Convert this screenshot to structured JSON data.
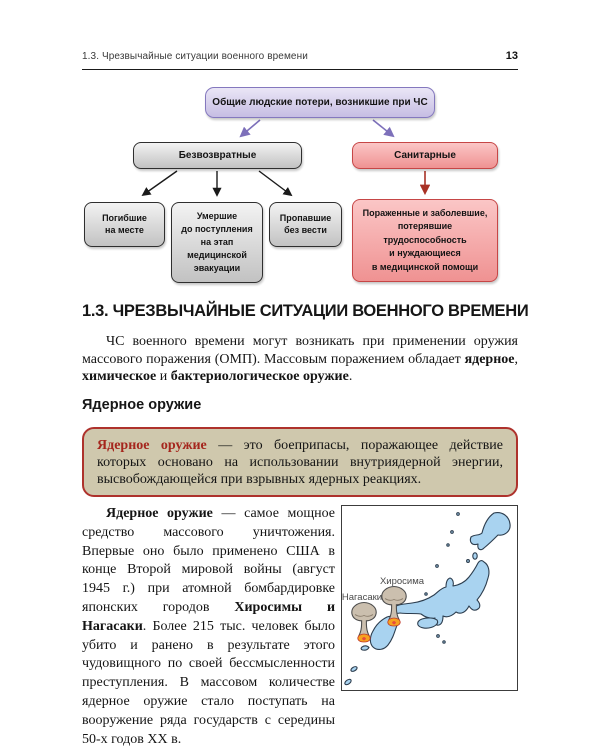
{
  "header": {
    "running_title": "1.3. Чрезвычайные ситуации военного времени",
    "page_number": "13"
  },
  "diagram": {
    "root": "Общие людские потери, возникшие при ЧС",
    "irrecoverable": "Безвозвратные",
    "sanitary": "Санитарные",
    "leaf_died_on_spot": "Погибшие\nна месте",
    "leaf_died_before_evac": "Умершие\nдо поступления\nна этап\nмедицинской\nэвакуации",
    "leaf_missing": "Пропавшие\nбез вести",
    "leaf_sanitary_losses": "Пораженные и заболевшие,\nпотерявшие\nтрудоспособность\nи нуждающиеся\nв медицинской помощи"
  },
  "section": {
    "heading": "1.3. ЧРЕЗВЫЧАЙНЫЕ СИТУАЦИИ ВОЕННОГО ВРЕМЕНИ",
    "intro": {
      "text1": "ЧС военного времени могут возникать при применении оружия массового поражения (ОМП). Массовым поражением обладает ",
      "bold1": "ядерное",
      "text2": ", ",
      "bold2": "химическое",
      "text3": " и ",
      "bold3": "бактериологическое оружие",
      "text4": "."
    }
  },
  "nuclear": {
    "heading": "Ядерное оружие",
    "definition": {
      "term": "Ядерное оружие",
      "text": " — это боеприпасы, поражающее действие которых основано на использовании внутриядерной энергии, высвобождающейся при взрывных ядерных реакциях."
    },
    "paragraph": {
      "bold1": "Ядерное оружие",
      "text1": " — самое мощное средство массового уничтожения. Впервые оно было применено США в конце Второй мировой войны (август 1945 г.) при атомной бомбардировке японских городов ",
      "bold2": "Хиросимы и Нагасаки",
      "text2": ". Более 215 тыс. человек было убито и ранено в результате этого чудовищного по своей бессмысленности преступления. В массовом количестве ядерное оружие стало поступать на вооружение ряда государств с середины 50-х годов XX в."
    }
  },
  "map": {
    "hiroshima_label": "Хиросима",
    "nagasaki_label": "Нагасаки"
  },
  "colors": {
    "root_fill": "#cdc5e7",
    "root_border": "#8478be",
    "gray_fill": "#d9d9d9",
    "gray_border": "#2f2f2f",
    "pink_fill": "#f5a7a7",
    "pink_border": "#c64646",
    "purple_arrow": "#7d70ba",
    "red_arrow": "#a93226",
    "definition_bg": "#cfc8ad",
    "definition_border": "#ae322c",
    "accent_red": "#a5261d",
    "japan_fill": "#a9d3f0"
  }
}
